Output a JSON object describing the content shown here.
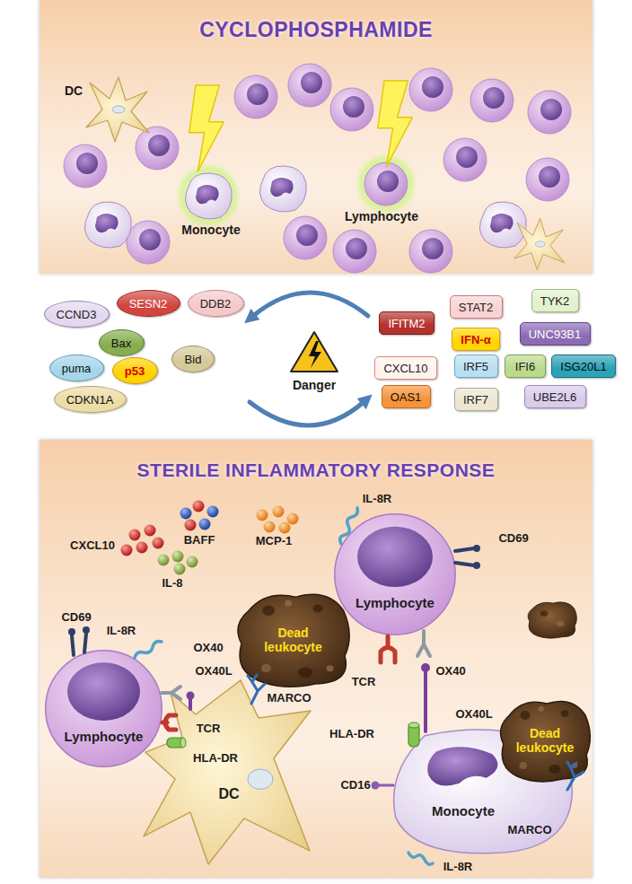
{
  "diagram": {
    "nodes": [
      {
        "text": [
          "CYCLOPHOSPHAMIDE"
        ]
      },
      {
        "text": [
          "CCND3"
        ]
      },
      {
        "text": [
          "SESN2"
        ]
      },
      {
        "text": [
          "DDB2"
        ]
      },
      {
        "text": [
          "Bax"
        ]
      },
      {
        "text": [
          "puma"
        ]
      },
      {
        "text": [
          "p53"
        ]
      },
      {
        "text": [
          "Bid"
        ]
      },
      {
        "text": [
          "CDKN1A"
        ]
      },
      {
        "text": [
          "IFITM2"
        ]
      },
      {
        "text": [
          "STAT2"
        ]
      },
      {
        "text": [
          "TYK2"
        ]
      },
      {
        "text": [
          "IFN-α"
        ]
      },
      {
        "text": [
          "UNC93B1"
        ]
      },
      {
        "text": [
          "CXCL10"
        ]
      },
      {
        "text": [
          "IRF5"
        ]
      },
      {
        "text": [
          "IFI6"
        ]
      },
      {
        "text": [
          "ISG20L1"
        ]
      },
      {
        "text": [
          "OAS1"
        ]
      },
      {
        "text": [
          "IRF7"
        ]
      },
      {
        "text": [
          "UBE2L6"
        ]
      },
      {
        "text": [
          "STERILE INFLAMMATORY RESPONSE"
        ]
      },
      {
        "text": [
          "Lymphocyte"
        ],
        "in": 21
      },
      {
        "text": [
          "Lymphocyte"
        ],
        "in": 21
      },
      {
        "text": [
          "Dead leukocyte"
        ],
        "in": 21
      },
      {
        "text": [
          "DC"
        ],
        "in": 21
      },
      {
        "text": [
          "Monocyte"
        ],
        "in": 21
      },
      {
        "text": [
          "Dead leukocyte"
        ],
        "in": 21
      }
    ],
    "labels": [
      "DC",
      "Monocyte",
      "Lymphocyte",
      "Danger",
      "CXCL10",
      "BAFF",
      "MCP-1",
      "IL-8",
      "IL-8R",
      "CD69",
      "CD69",
      "IL-8R",
      "OX40",
      "OX40L",
      "OX40",
      "TCR",
      "MARCO",
      "TCR",
      "OX40L",
      "HLA-DR",
      "HLA-DR",
      "CD16",
      "MARCO",
      "IL-8R"
    ]
  }
}
